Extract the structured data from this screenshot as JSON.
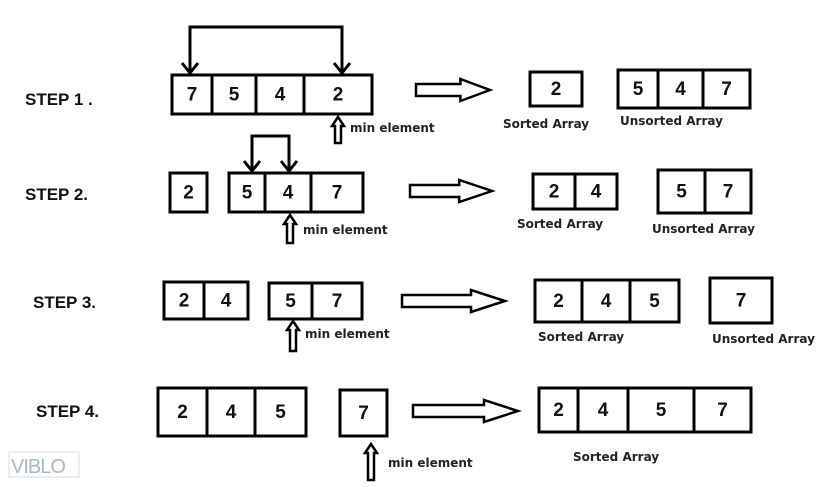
{
  "steps": [
    {
      "label": "STEP 1 .",
      "arrays": [
        [
          "7",
          "5",
          "4",
          "2"
        ]
      ],
      "sorted": [
        "2"
      ],
      "unsorted": [
        "5",
        "4",
        "7"
      ],
      "min_label": "min element",
      "sorted_label": "Sorted Array",
      "unsorted_label": "Unsorted Array"
    },
    {
      "label": "STEP 2.",
      "arrays": [
        [
          "2"
        ],
        [
          "5",
          "4",
          "7"
        ]
      ],
      "sorted": [
        "2",
        "4"
      ],
      "unsorted": [
        "5",
        "7"
      ],
      "min_label": "min element",
      "sorted_label": "Sorted Array",
      "unsorted_label": "Unsorted Array"
    },
    {
      "label": "STEP 3.",
      "arrays": [
        [
          "2",
          "4"
        ],
        [
          "5",
          "7"
        ]
      ],
      "sorted": [
        "2",
        "4",
        "5"
      ],
      "unsorted": [
        "7"
      ],
      "min_label": "min element",
      "sorted_label": "Sorted Array",
      "unsorted_label": "Unsorted Array"
    },
    {
      "label": "STEP 4.",
      "arrays": [
        [
          "2",
          "4",
          "5"
        ],
        [
          "7"
        ]
      ],
      "sorted": [
        "2",
        "4",
        "5",
        "7"
      ],
      "min_label": "min element",
      "sorted_label": "Sorted Array"
    }
  ],
  "watermark": "VIBLO",
  "colors": {
    "ink": "#000000",
    "watermark": "#a9b7cc"
  }
}
